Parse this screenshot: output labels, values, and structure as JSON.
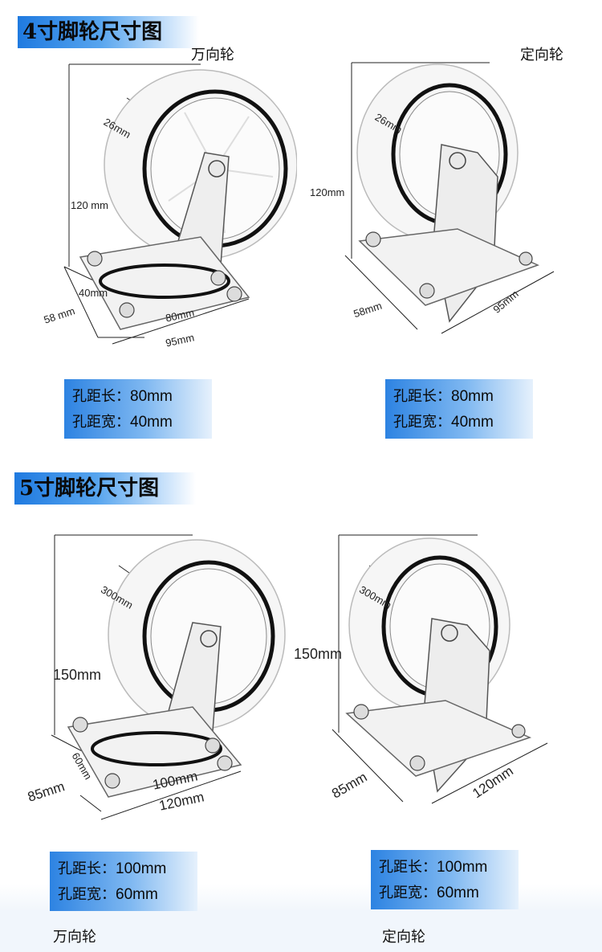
{
  "sections": [
    {
      "title": "4寸脚轮尺寸图",
      "swivel": {
        "label": "万向轮",
        "dims": {
          "height": "120 mm",
          "tread": "26mm",
          "hole_w": "40mm",
          "plate_w": "58 mm",
          "hole_l": "80mm",
          "plate_l": "95mm"
        },
        "spec": {
          "hole_len_label": "孔距长：",
          "hole_len": "80mm",
          "hole_wid_label": "孔距宽：",
          "hole_wid": "40mm"
        }
      },
      "fixed": {
        "label": "定向轮",
        "dims": {
          "height": "120mm",
          "tread": "26mm",
          "plate_w": "58mm",
          "plate_l": "95mm"
        },
        "spec": {
          "hole_len_label": "孔距长：",
          "hole_len": "80mm",
          "hole_wid_label": "孔距宽：",
          "hole_wid": "40mm"
        }
      }
    },
    {
      "title": "5寸脚轮尺寸图",
      "swivel": {
        "label": "万向轮",
        "dims": {
          "height": "150mm",
          "tread": "300mm",
          "hole_w": "60mm",
          "plate_w": "85mm",
          "hole_l": "100mm",
          "plate_l": "120mm"
        },
        "spec": {
          "hole_len_label": "孔距长：",
          "hole_len": "100mm",
          "hole_wid_label": "孔距宽：",
          "hole_wid": "60mm"
        }
      },
      "fixed": {
        "label": "定向轮",
        "dims": {
          "height": "150mm",
          "tread": "300mm",
          "plate_w": "85mm",
          "plate_l": "120mm"
        },
        "spec": {
          "hole_len_label": "孔距长：",
          "hole_len": "100mm",
          "hole_wid_label": "孔距宽：",
          "hole_wid": "60mm"
        }
      }
    }
  ],
  "colors": {
    "accent": "#1f7ae0",
    "line": "#222222"
  }
}
